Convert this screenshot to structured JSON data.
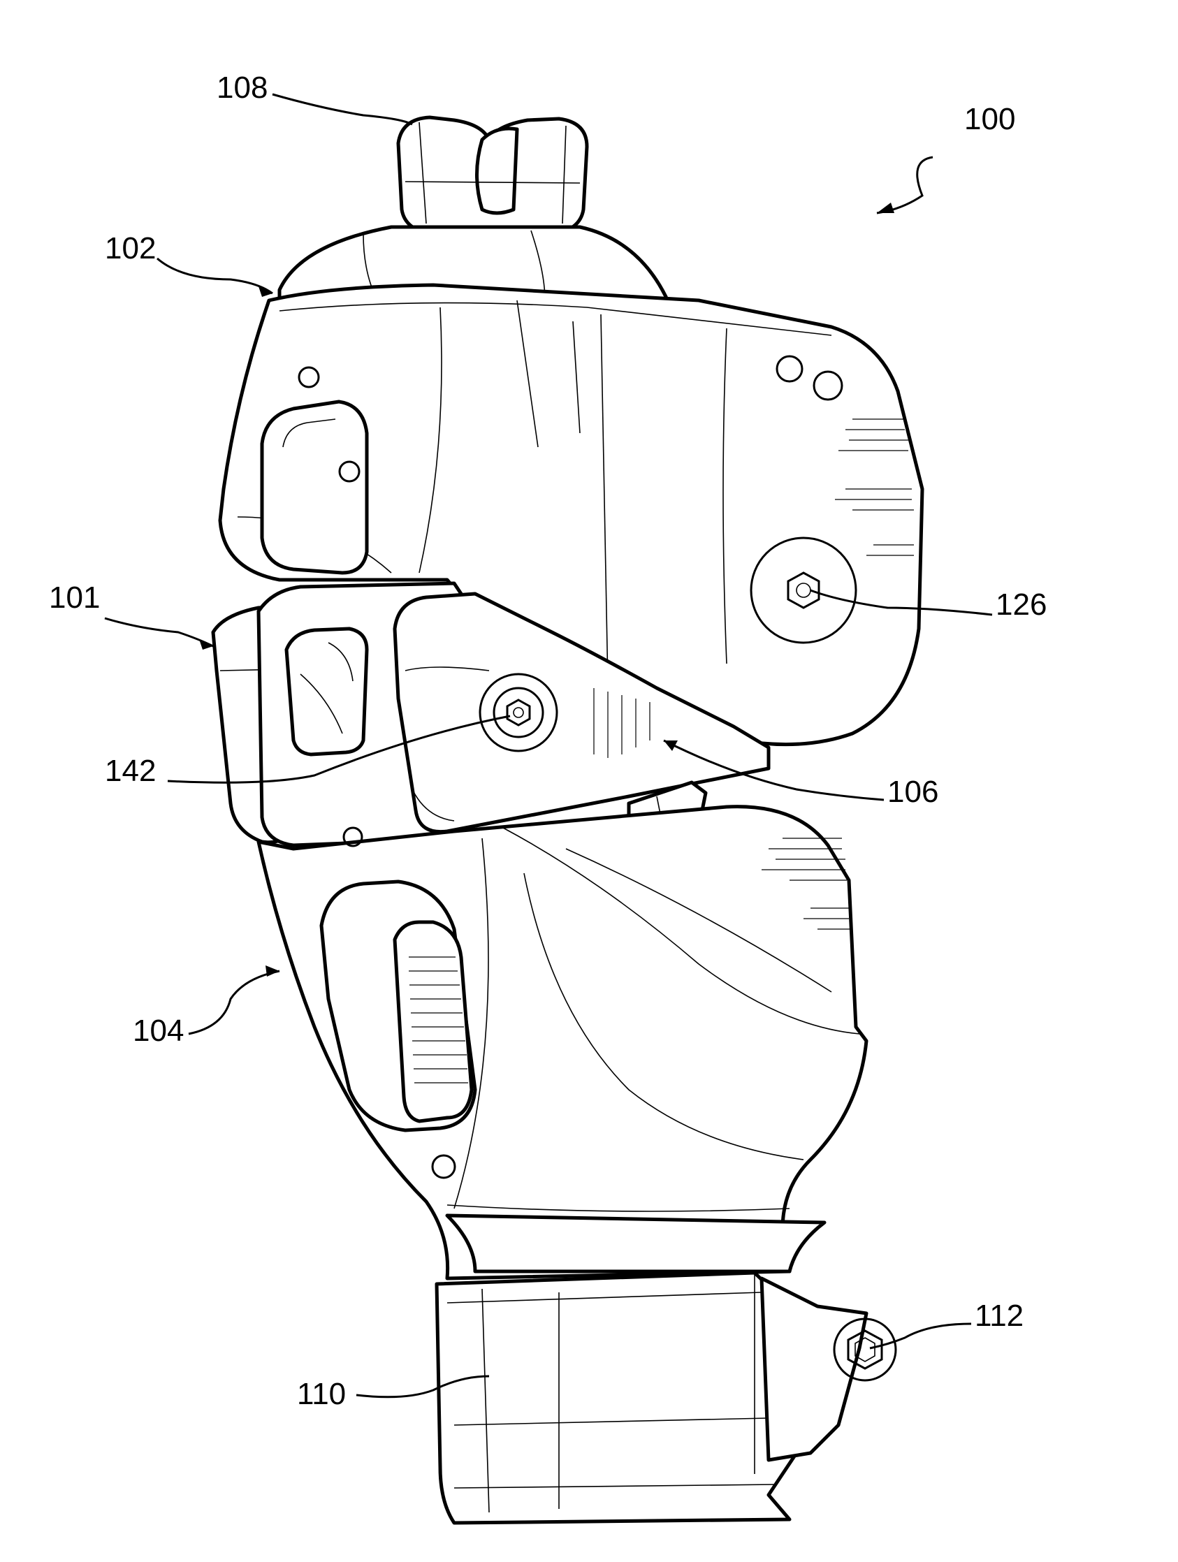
{
  "figure": {
    "reference_numerals": [
      {
        "id": "ref-100",
        "text": "100"
      },
      {
        "id": "ref-101",
        "text": "101"
      },
      {
        "id": "ref-102",
        "text": "102"
      },
      {
        "id": "ref-104",
        "text": "104"
      },
      {
        "id": "ref-106",
        "text": "106"
      },
      {
        "id": "ref-108",
        "text": "108"
      },
      {
        "id": "ref-110",
        "text": "110"
      },
      {
        "id": "ref-112",
        "text": "112"
      },
      {
        "id": "ref-126",
        "text": "126"
      },
      {
        "id": "ref-142",
        "text": "142"
      }
    ],
    "colors": {
      "line": "#000000",
      "background": "#ffffff"
    }
  }
}
